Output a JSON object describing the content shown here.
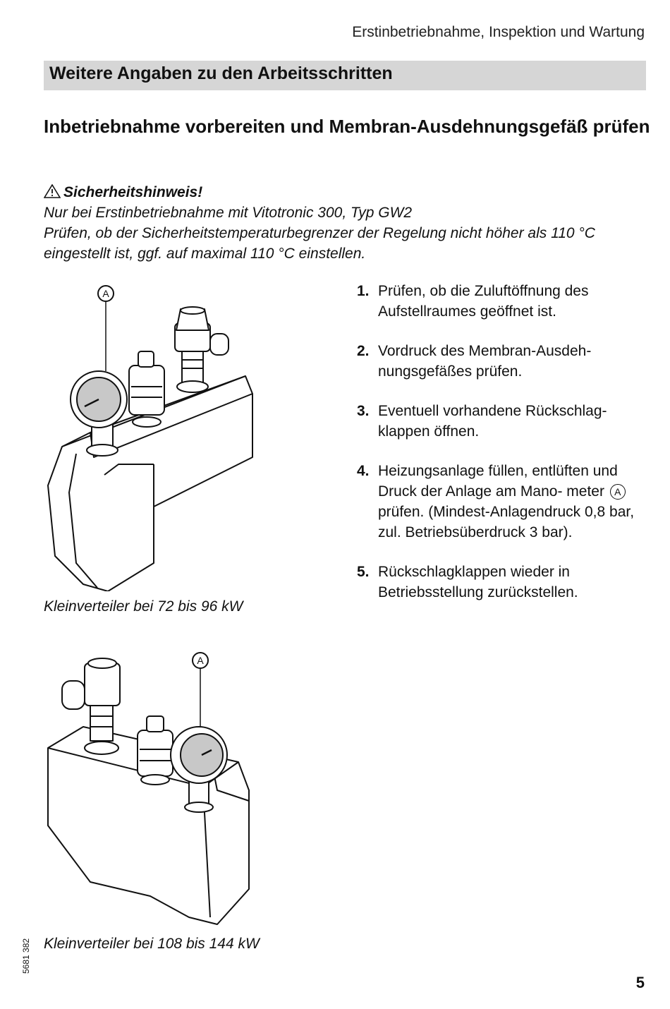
{
  "header": {
    "title": "Erstinbetriebnahme, Inspektion und Wartung"
  },
  "section": {
    "title": "Weitere Angaben zu den Arbeitsschritten"
  },
  "heading": {
    "text": "Inbetriebnahme vorbereiten und Membran-Ausdehnungsgefäß prüfen"
  },
  "safety": {
    "label": "Sicherheitshinweis!",
    "line1": "Nur bei Erstinbetriebnahme mit Vitotronic 300, Typ GW2",
    "line2": "Prüfen, ob der Sicherheitstemperaturbegrenzer der Regelung nicht höher als 110 °C eingestellt ist, ggf. auf maximal 110 °C einstellen."
  },
  "steps": [
    {
      "num": "1.",
      "text": "Prüfen, ob die Zuluftöffnung des Aufstellraumes geöffnet ist."
    },
    {
      "num": "2.",
      "text": "Vordruck des Membran-Ausdeh- nungsgefäßes prüfen."
    },
    {
      "num": "3.",
      "text": "Eventuell vorhandene Rückschlag- klappen öffnen."
    },
    {
      "num": "4.",
      "text_before": "Heizungsanlage füllen, entlüften und Druck der Anlage am Mano- meter",
      "marker": "A",
      "text_after": "prüfen. (Mindest-Anlagendruck 0,8 bar, zul. Betriebsüberdruck 3 bar)."
    },
    {
      "num": "5.",
      "text": "Rückschlagklappen wieder in Betriebsstellung zurückstellen."
    }
  ],
  "figures": [
    {
      "marker": "A",
      "caption": "Kleinverteiler bei 72 bis 96 kW"
    },
    {
      "marker": "A",
      "caption": "Kleinverteiler bei 108 bis 144 kW"
    }
  ],
  "footer": {
    "doc_number": "5681 382",
    "page_number": "5"
  },
  "colors": {
    "section_bar": "#d6d6d6",
    "gauge_face": "#c8c8c8"
  }
}
